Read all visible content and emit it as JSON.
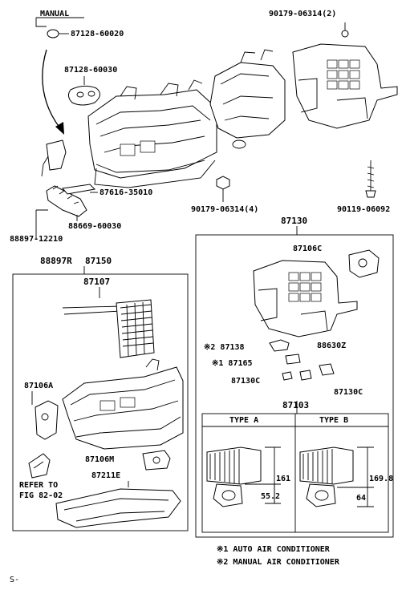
{
  "labels": {
    "manual": "MANUAL",
    "p87128_60020": "87128-60020",
    "p87128_60030": "87128-60030",
    "p90179_06314_2": "90179-06314(2)",
    "p87616_35010": "87616-35010",
    "p88669_60030": "88669-60030",
    "p88897_12210": "88897-12210",
    "p90179_06314_4": "90179-06314(4)",
    "p90119_06092": "90119-06092",
    "p88897R": "88897R",
    "p87150": "87150",
    "p87130": "87130",
    "p87107": "87107",
    "p87106C": "87106C",
    "p87138": "※2 87138",
    "p88630Z": "88630Z",
    "p87165": "※1 87165",
    "p87130C_left": "87130C",
    "p87130C_right": "87130C",
    "p87103": "87103",
    "p87106A": "87106A",
    "p87106M": "87106M",
    "p87211E": "87211E",
    "refer_to": "REFER TO",
    "fig": "FIG 82-02",
    "type_a": "TYPE A",
    "type_b": "TYPE B",
    "dim_161": "161",
    "dim_55_2": "55.2",
    "dim_169_8": "169.8",
    "dim_64": "64",
    "note1": "※1 AUTO AIR CONDITIONER",
    "note2": "※2 MANUAL AIR CONDITIONER",
    "footer": "S-"
  }
}
